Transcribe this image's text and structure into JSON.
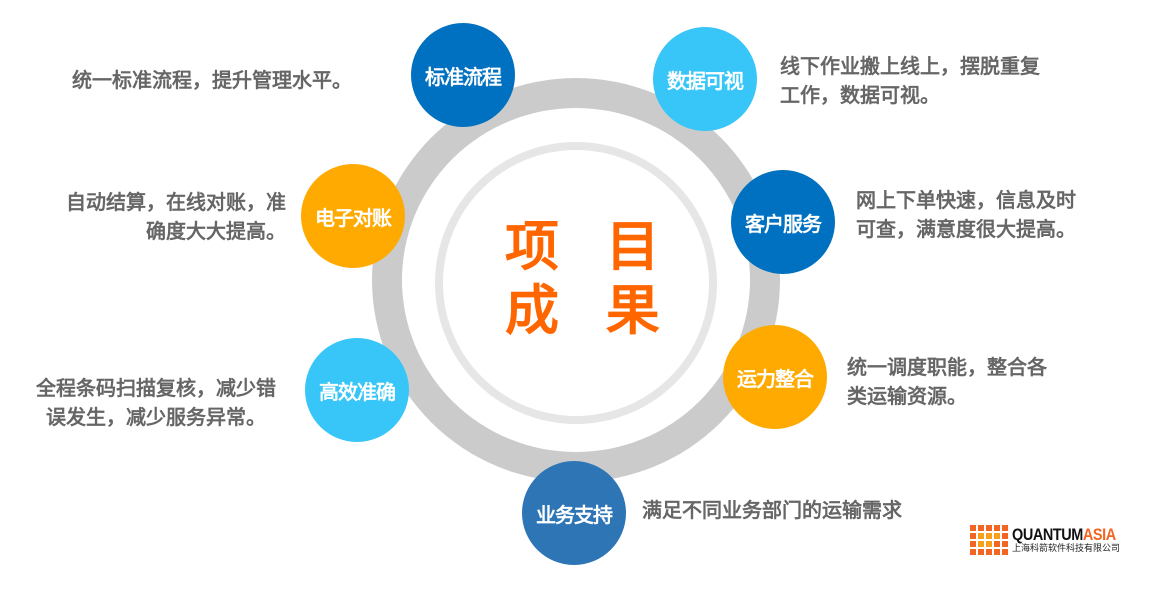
{
  "center": {
    "title_line1": "项 目",
    "title_line2": "成 果",
    "color": "#ff6600"
  },
  "ring": {
    "outer_color": "#cbcbcb",
    "inner_color": "#e6e6e6"
  },
  "nodes": [
    {
      "label": "标准流程",
      "color": "#0070c0",
      "desc": [
        "统一标准流程，提升管理水平。"
      ]
    },
    {
      "label": "数据可视",
      "color": "#38c6f8",
      "desc": [
        "线下作业搬上线上，摆脱重复",
        "工作，数据可视。"
      ]
    },
    {
      "label": "客户服务",
      "color": "#0070c0",
      "desc": [
        "网上下单快速，信息及时",
        "可查，满意度很大提高。"
      ]
    },
    {
      "label": "运力整合",
      "color": "#ffaa00",
      "desc": [
        "统一调度职能，整合各",
        "类运输资源。"
      ]
    },
    {
      "label": "业务支持",
      "color": "#2e75b6",
      "desc": [
        "满足不同业务部门的运输需求"
      ]
    },
    {
      "label": "高效准确",
      "color": "#38c6f8",
      "desc": [
        "全程条码扫描复核，减少错",
        "误发生，减少服务异常。"
      ]
    },
    {
      "label": "电子对账",
      "color": "#ffaa00",
      "desc": [
        "自动结算，在线对账，准",
        "确度大大提高。"
      ]
    }
  ],
  "logo": {
    "name_part1": "QUANTUM",
    "name_part2": "ASIA",
    "subtitle": "上海科箭软件科技有限公司",
    "icon": "grid-squares-icon",
    "primary_color": "#f26522",
    "highlight_color": "#f9a01b"
  }
}
